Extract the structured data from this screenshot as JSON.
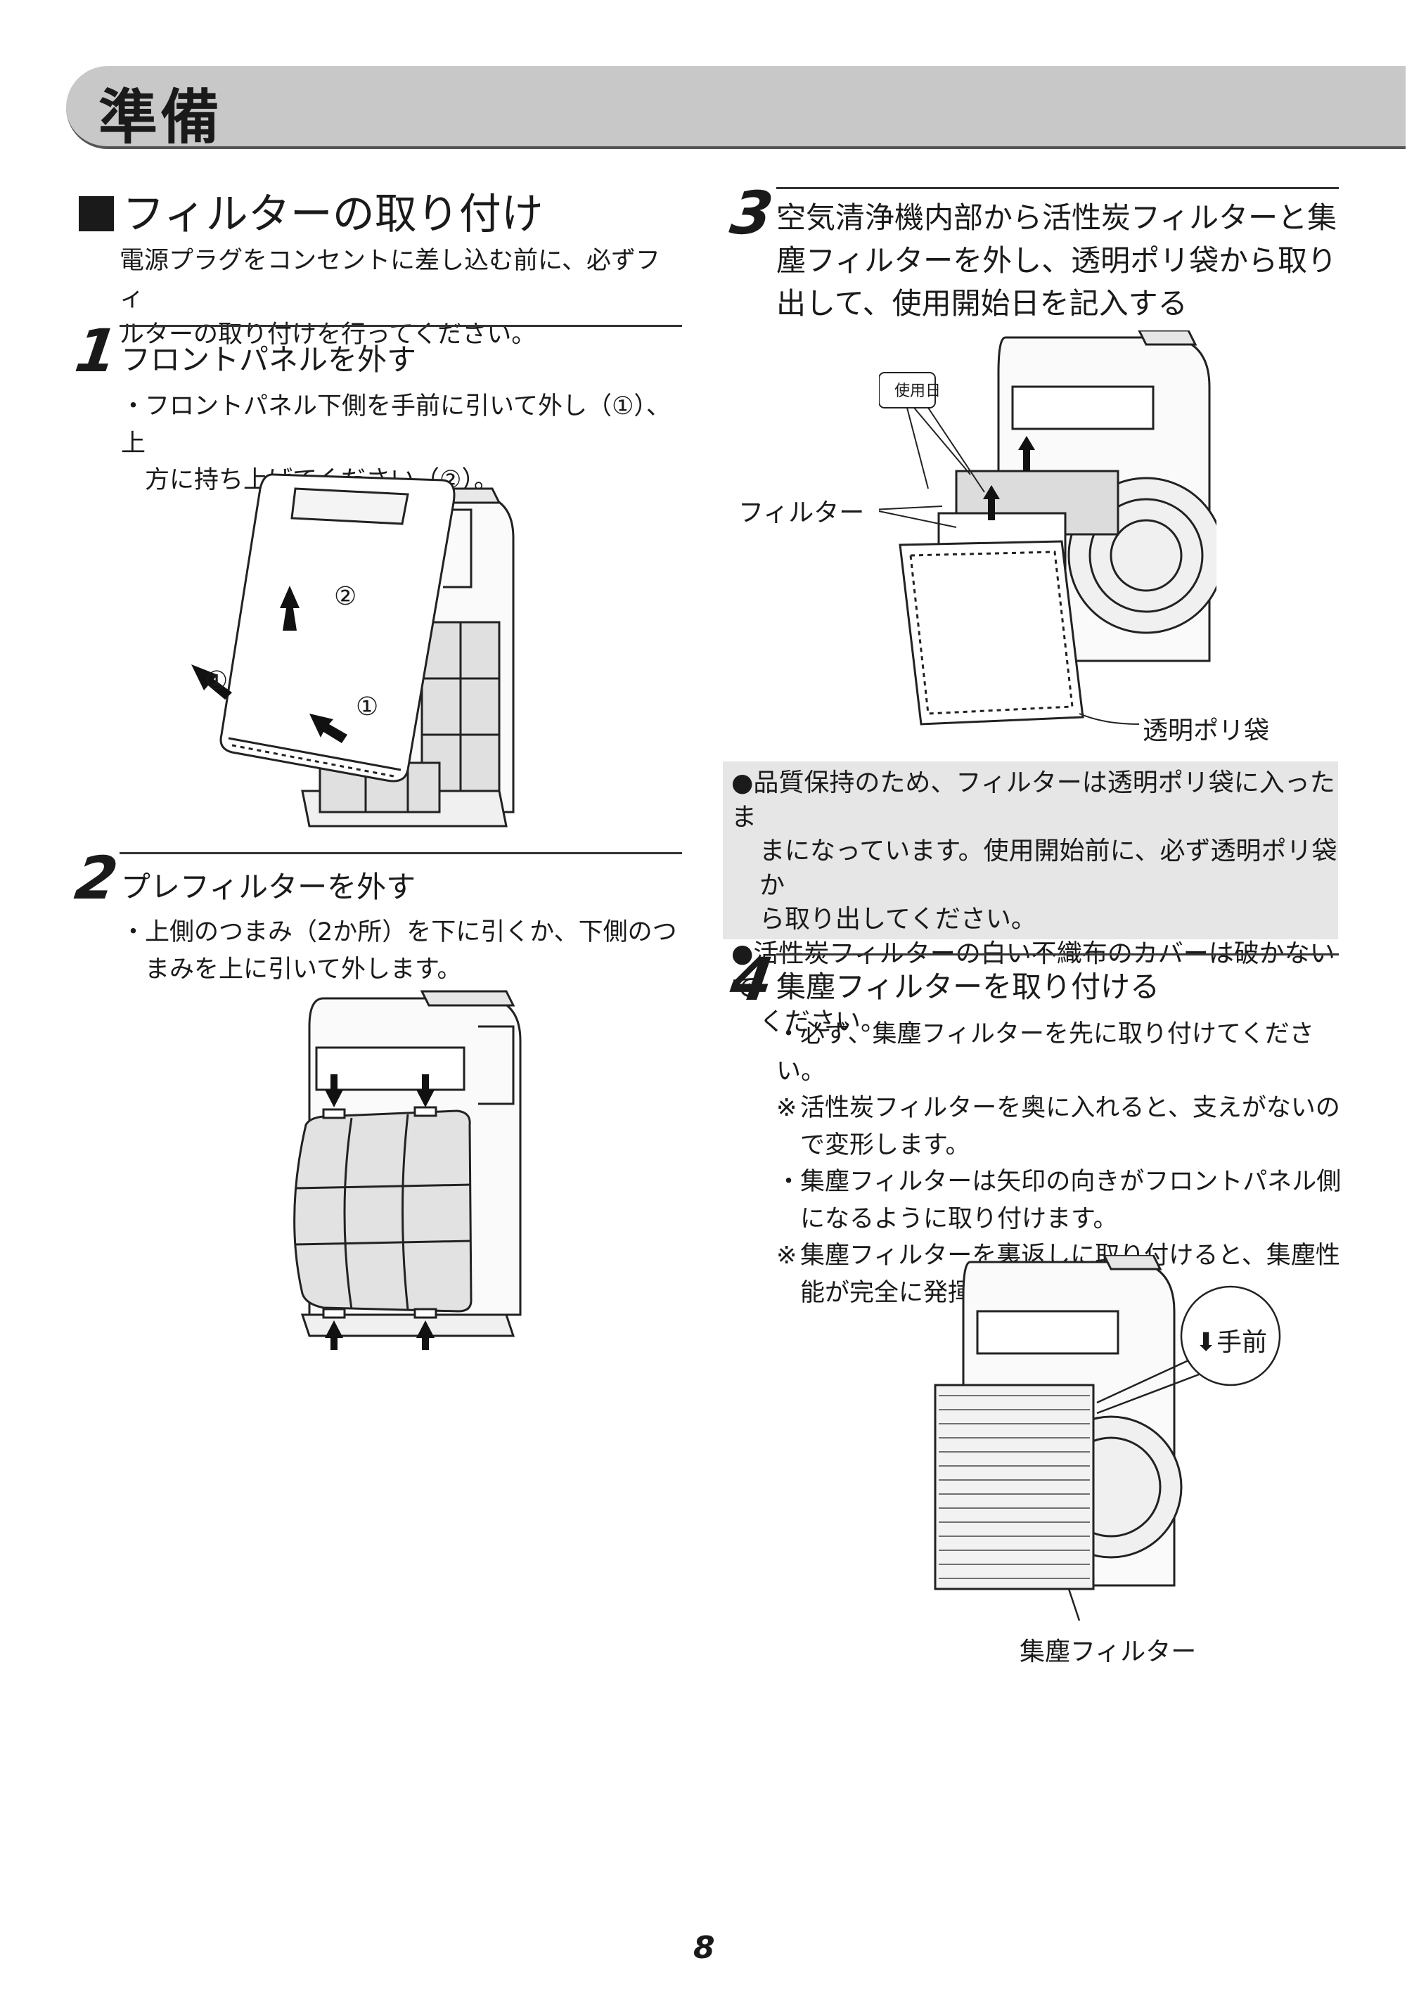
{
  "header": {
    "title": "準備"
  },
  "section": {
    "title": "フィルターの取り付け"
  },
  "intro": {
    "line1": "電源プラグをコンセントに差し込む前に、必ずフィ",
    "line2": "ルターの取り付けを行ってください。"
  },
  "step1": {
    "num": "1",
    "title": "フロントパネルを外す",
    "mark": "・",
    "line1": "フロントパネル下側を手前に引いて外し（①）、上",
    "line2": "方に持ち上げてください（②）。",
    "callout_up": "②",
    "callout_left": "①",
    "callout_right": "①"
  },
  "step2": {
    "num": "2",
    "title": "プレフィルターを外す",
    "mark": "・",
    "line1": "上側のつまみ（2か所）を下に引くか、下側のつ",
    "line2": "まみを上に引いて外します。"
  },
  "step3": {
    "num": "3",
    "line1": "空気清浄機内部から活性炭フィルターと集",
    "line2": "塵フィルターを外し、透明ポリ袋から取り",
    "line3": "出して、使用開始日を記入する",
    "label_date": "使用日",
    "label_filter": "フィルター",
    "label_bag": "透明ポリ袋"
  },
  "notes": {
    "bullet": "●",
    "n1_line1": "品質保持のため、フィルターは透明ポリ袋に入ったま",
    "n1_line2": "まになっています。使用開始前に、必ず透明ポリ袋か",
    "n1_line3": "ら取り出してください。",
    "n2_line1": "活性炭フィルターの白い不織布のカバーは破かないで",
    "n2_line2": "ください。"
  },
  "step4": {
    "num": "4",
    "title": "集塵フィルターを取り付ける",
    "mark_dot": "・",
    "mark_ref": "※",
    "b1": "必ず、集塵フィルターを先に取り付けてください。",
    "r1_line1": "活性炭フィルターを奥に入れると、支えがないの",
    "r1_line2": "で変形します。",
    "b2_line1": "集塵フィルターは矢印の向きがフロントパネル側",
    "b2_line2": "になるように取り付けます。",
    "r2_line1": "集塵フィルターを裏返しに取り付けると、集塵性",
    "r2_line2": "能が完全に発揮できません。",
    "label_front": "⬇手前",
    "label_filter": "集塵フィルター"
  },
  "page": {
    "number": "8"
  }
}
